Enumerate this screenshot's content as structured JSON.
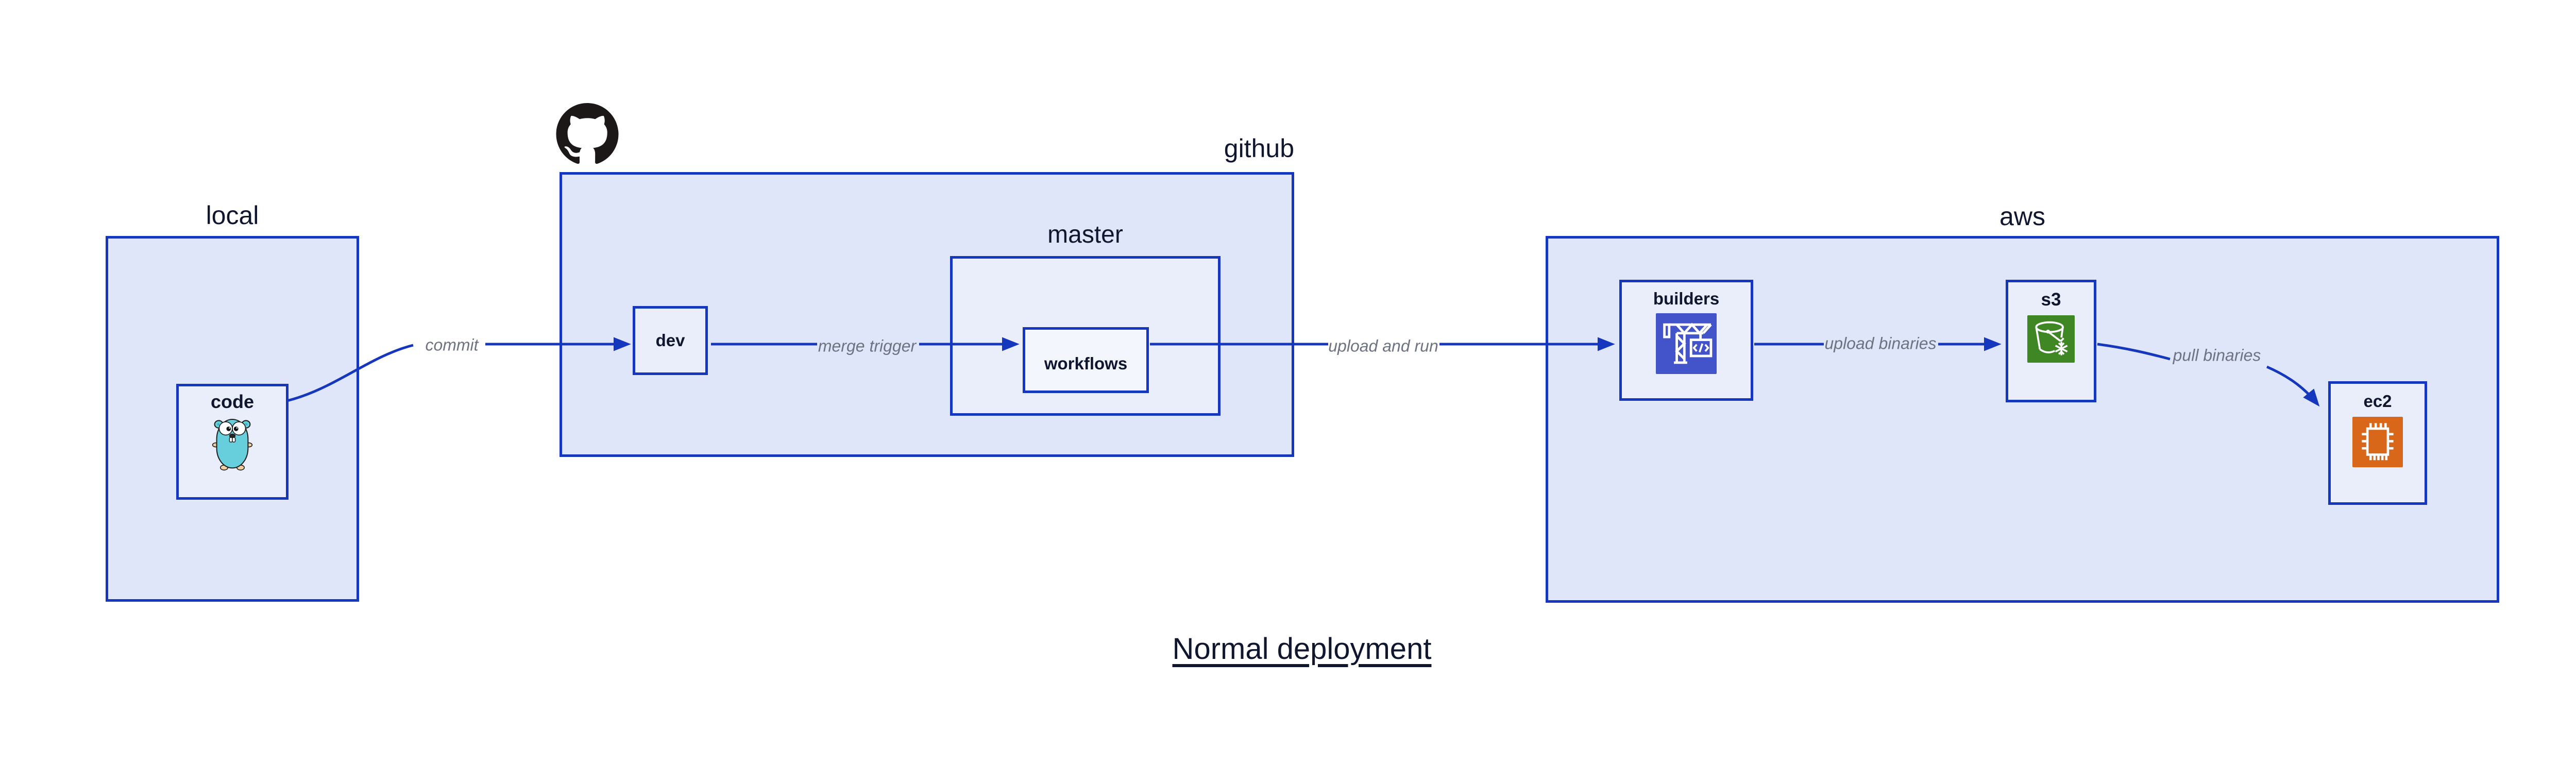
{
  "title": {
    "text": "Normal deployment"
  },
  "groups": {
    "local": {
      "label": "local"
    },
    "github": {
      "label": "github"
    },
    "master": {
      "label": "master"
    },
    "aws": {
      "label": "aws"
    }
  },
  "nodes": {
    "code": {
      "label": "code",
      "icon": "go-gopher-icon"
    },
    "dev": {
      "label": "dev"
    },
    "workflows": {
      "label": "workflows"
    },
    "builders": {
      "label": "builders",
      "icon": "aws-codebuild-crane-icon"
    },
    "s3": {
      "label": "s3",
      "icon": "aws-s3-bucket-icon"
    },
    "ec2": {
      "label": "ec2",
      "icon": "aws-ec2-chip-icon"
    }
  },
  "edges": [
    {
      "from": "code",
      "to": "dev",
      "label": "commit"
    },
    {
      "from": "dev",
      "to": "workflows",
      "label": "merge trigger"
    },
    {
      "from": "workflows",
      "to": "builders",
      "label": "upload and run"
    },
    {
      "from": "builders",
      "to": "s3",
      "label": "upload binaries"
    },
    {
      "from": "s3",
      "to": "ec2",
      "label": "pull binaries"
    }
  ],
  "colors": {
    "box_border": "#1437bd",
    "group_fill": "#e0e6f9",
    "node_fill": "#eaeefb",
    "workflows_fill": "#f3f6fd",
    "arrow": "#1437bd",
    "edge_label": "#6d7380",
    "text_dark": "#10162e",
    "github_logo": "#1b1817",
    "codebuild_bg": "#4353c9",
    "s3_bg": "#3f8624",
    "ec2_bg": "#d9671a",
    "gopher_teal": "#67cfdb"
  }
}
